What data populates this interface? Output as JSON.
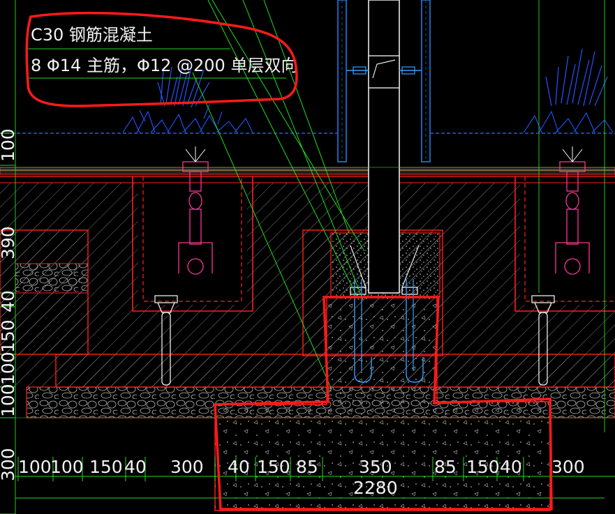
{
  "annotation": {
    "line1": "C30 钢筋混凝土",
    "line2": "8 Φ14 主筋，Φ12 @200 单层双向"
  },
  "dimensions": {
    "horizontal": [
      "100",
      "100",
      "150",
      "40",
      "300",
      "40",
      "150",
      "85",
      "350",
      "85",
      "150",
      "40",
      "300"
    ],
    "total": "2280",
    "vertical": [
      "100",
      "390",
      "40",
      "150",
      "100",
      "100",
      "300"
    ]
  },
  "colors": {
    "background": "#000000",
    "structure": "#ff2020",
    "markup": "#ff1a1a",
    "dimension": "#22dd22",
    "water": "#2255ff",
    "post": "#1d8fff",
    "fixture": "#ff3399",
    "text": "#f2f2f2"
  }
}
